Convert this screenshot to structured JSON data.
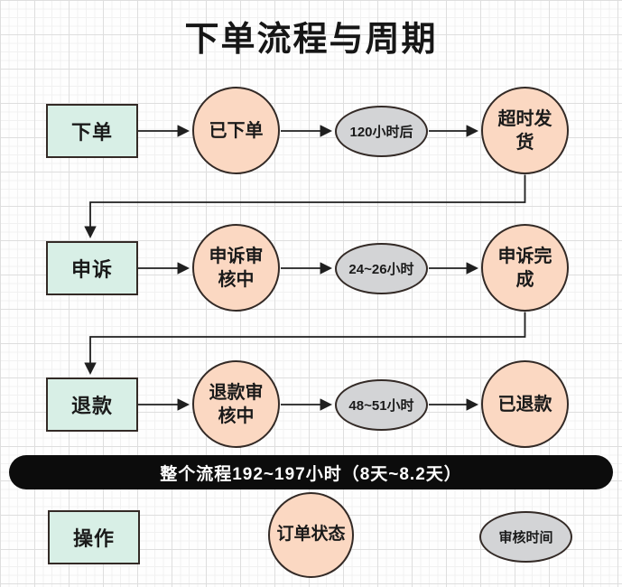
{
  "title": "下单流程与周期",
  "colors": {
    "action_fill": "#d8efe6",
    "state_fill": "#fbd8c2",
    "time_fill": "#d3d4d6",
    "banner_bg": "#0c0c0c",
    "banner_text": "#ffffff",
    "line": "#1f1f1f",
    "node_border": "#332a26"
  },
  "rows": [
    {
      "action": "下单",
      "state1": "已下单",
      "time": "120小时后",
      "state2": "超时发货"
    },
    {
      "action": "申诉",
      "state1": "申诉审核中",
      "time": "24~26小时",
      "state2": "申诉完成"
    },
    {
      "action": "退款",
      "state1": "退款审核中",
      "time": "48~51小时",
      "state2": "已退款"
    }
  ],
  "banner": {
    "text": "整个流程192~197小时（8天~8.2天）"
  },
  "legend": {
    "action": "操作",
    "state": "订单状态",
    "time": "审核时间"
  }
}
